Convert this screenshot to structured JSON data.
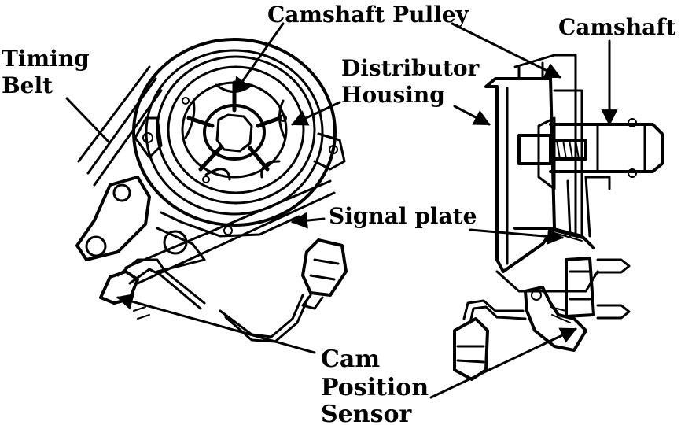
{
  "labels": {
    "timing_belt_1": "Timing",
    "timing_belt_2": "Belt",
    "camshaft_pulley": "Camshaft Pulley",
    "camshaft": "Camshaft",
    "distributor_housing_1": "Distributor",
    "distributor_housing_2": "Housing",
    "signal_plate": "Signal plate",
    "cam_position_sensor_1": "Cam",
    "cam_position_sensor_2": "Position",
    "cam_position_sensor_3": "Sensor"
  },
  "colors": {
    "ink": "#000000",
    "paper": "#ffffff"
  }
}
